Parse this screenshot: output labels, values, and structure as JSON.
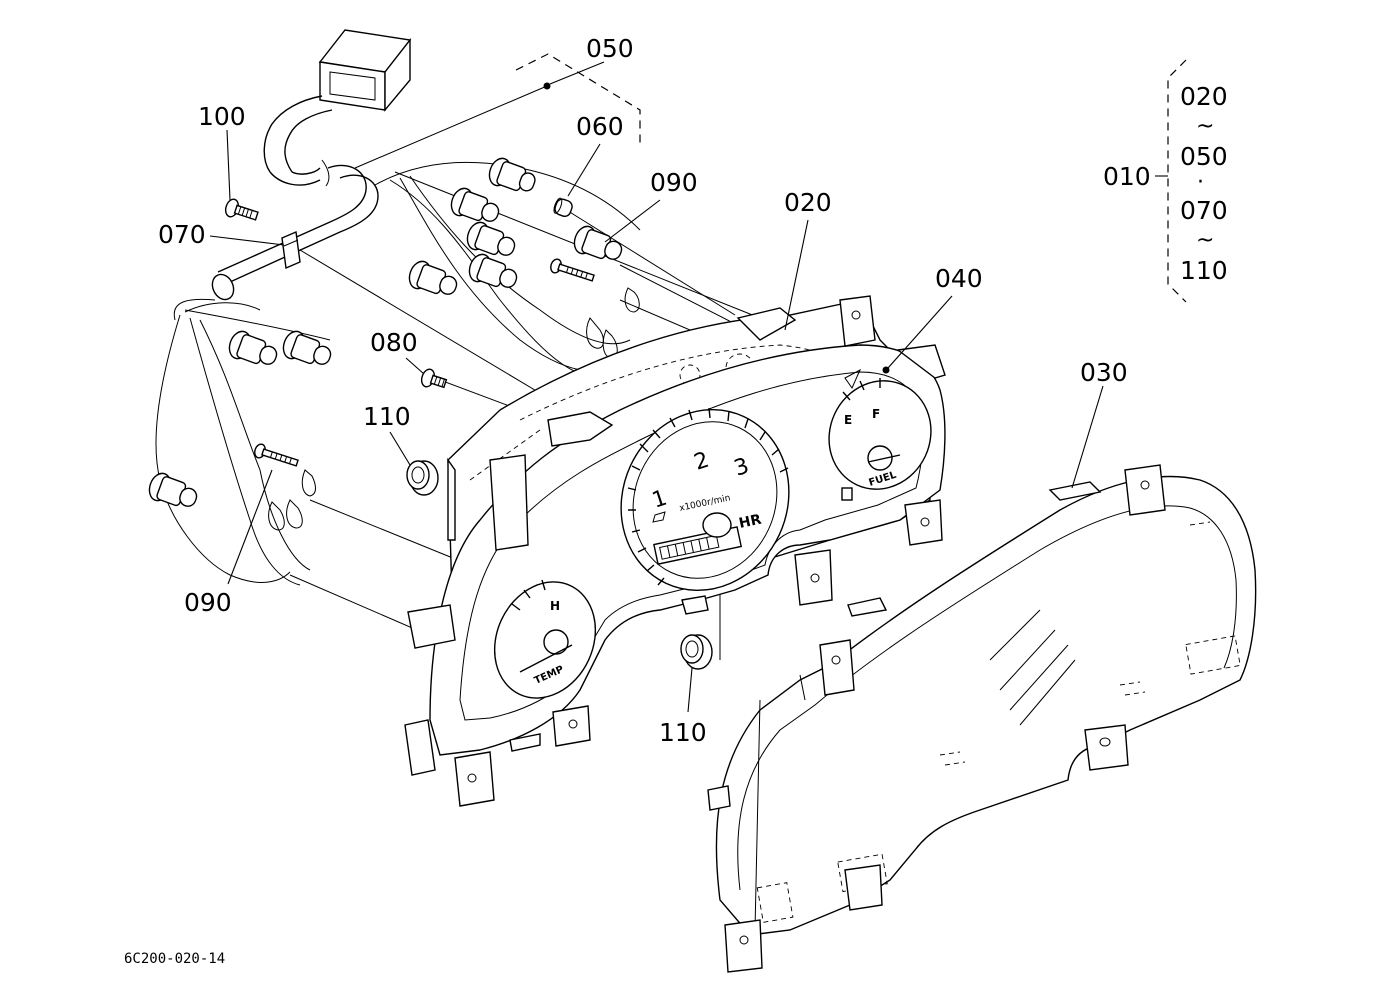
{
  "drawing_code": "6C200-020-14",
  "callouts": {
    "c010": "010",
    "c020": "020",
    "c030": "030",
    "c040": "040",
    "c050": "050",
    "c060": "060",
    "c070": "070",
    "c080": "080",
    "c090a": "090",
    "c090b": "090",
    "c100": "100",
    "c110a": "110",
    "c110b": "110"
  },
  "assembly_range": {
    "r1": "020",
    "s1": "~",
    "r2": "050",
    "s2": "·",
    "r3": "070",
    "s3": "~",
    "r4": "110"
  },
  "gauge_text": {
    "fuel": "FUEL",
    "temp": "TEMP",
    "rpm_scale": "x1000r/min",
    "hour_unit": "HR",
    "tick_1": "1",
    "tick_2": "2",
    "tick_3": "3",
    "fuel_e": "E",
    "fuel_f": "F",
    "temp_h": "H"
  }
}
